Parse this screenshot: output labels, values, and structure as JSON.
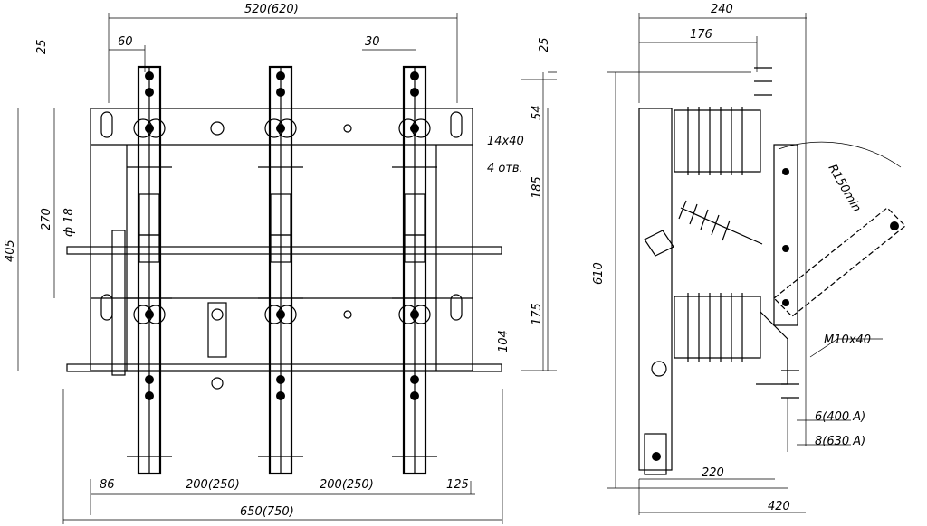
{
  "front_view": {
    "top_width": "520(620)",
    "top_left_offset": "25",
    "left_slot": "60",
    "pole_gap": "30",
    "top_right_offset": "25",
    "slot_spacing": "54",
    "slot_size": "14x40",
    "slot_count": "4 отв.",
    "upper_height": "185",
    "total_height": "405",
    "inner_height": "270",
    "shaft_dia": "ф 18",
    "lower_height": "175",
    "bottom_height": "104",
    "bottom_left": "86",
    "pole_pitch_1": "200(250)",
    "pole_pitch_2": "200(250)",
    "bottom_right": "125",
    "overall_width": "650(750)"
  },
  "side_view": {
    "top_width": "240",
    "inner_width": "176",
    "total_height": "610",
    "radius": "R150min",
    "bolt": "M10x40",
    "terminal_400": "6(400 A)",
    "terminal_630": "8(630 A)",
    "base_width": "220",
    "overall_depth": "420"
  }
}
